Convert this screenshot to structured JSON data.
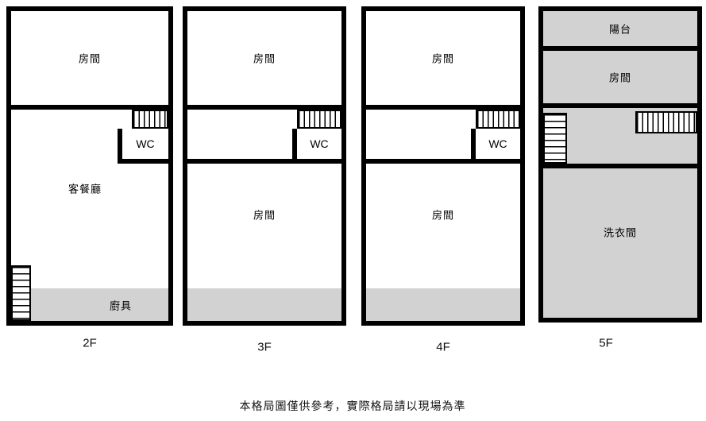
{
  "floors": [
    {
      "label": "2F",
      "room_top": "房間",
      "living": "客餐廳",
      "wc": "WC",
      "kitchen": "廚具"
    },
    {
      "label": "3F",
      "room_top": "房間",
      "wc": "WC",
      "room_bottom": "房間"
    },
    {
      "label": "4F",
      "room_top": "房間",
      "wc": "WC",
      "room_bottom": "房間"
    },
    {
      "label": "5F",
      "balcony": "陽台",
      "bedroom": "房間",
      "laundry": "洗衣間"
    }
  ],
  "disclaimer": "本格局圖僅供參考，實際格局請以現場為準",
  "colors": {
    "wall": "#000000",
    "area_gray": "#d2d2d2",
    "background": "#ffffff"
  }
}
